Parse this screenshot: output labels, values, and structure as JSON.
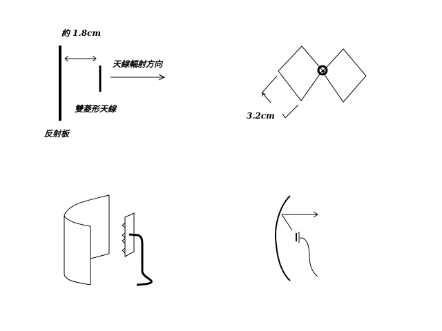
{
  "labels": {
    "spacing": "約 1.8cm",
    "radiation_direction": "天線輻射方向",
    "double_diamond_antenna": "雙菱形天線",
    "reflector": "反射板",
    "diamond_size": "3.2cm"
  },
  "colors": {
    "stroke": "#000000",
    "background": "#ffffff"
  }
}
